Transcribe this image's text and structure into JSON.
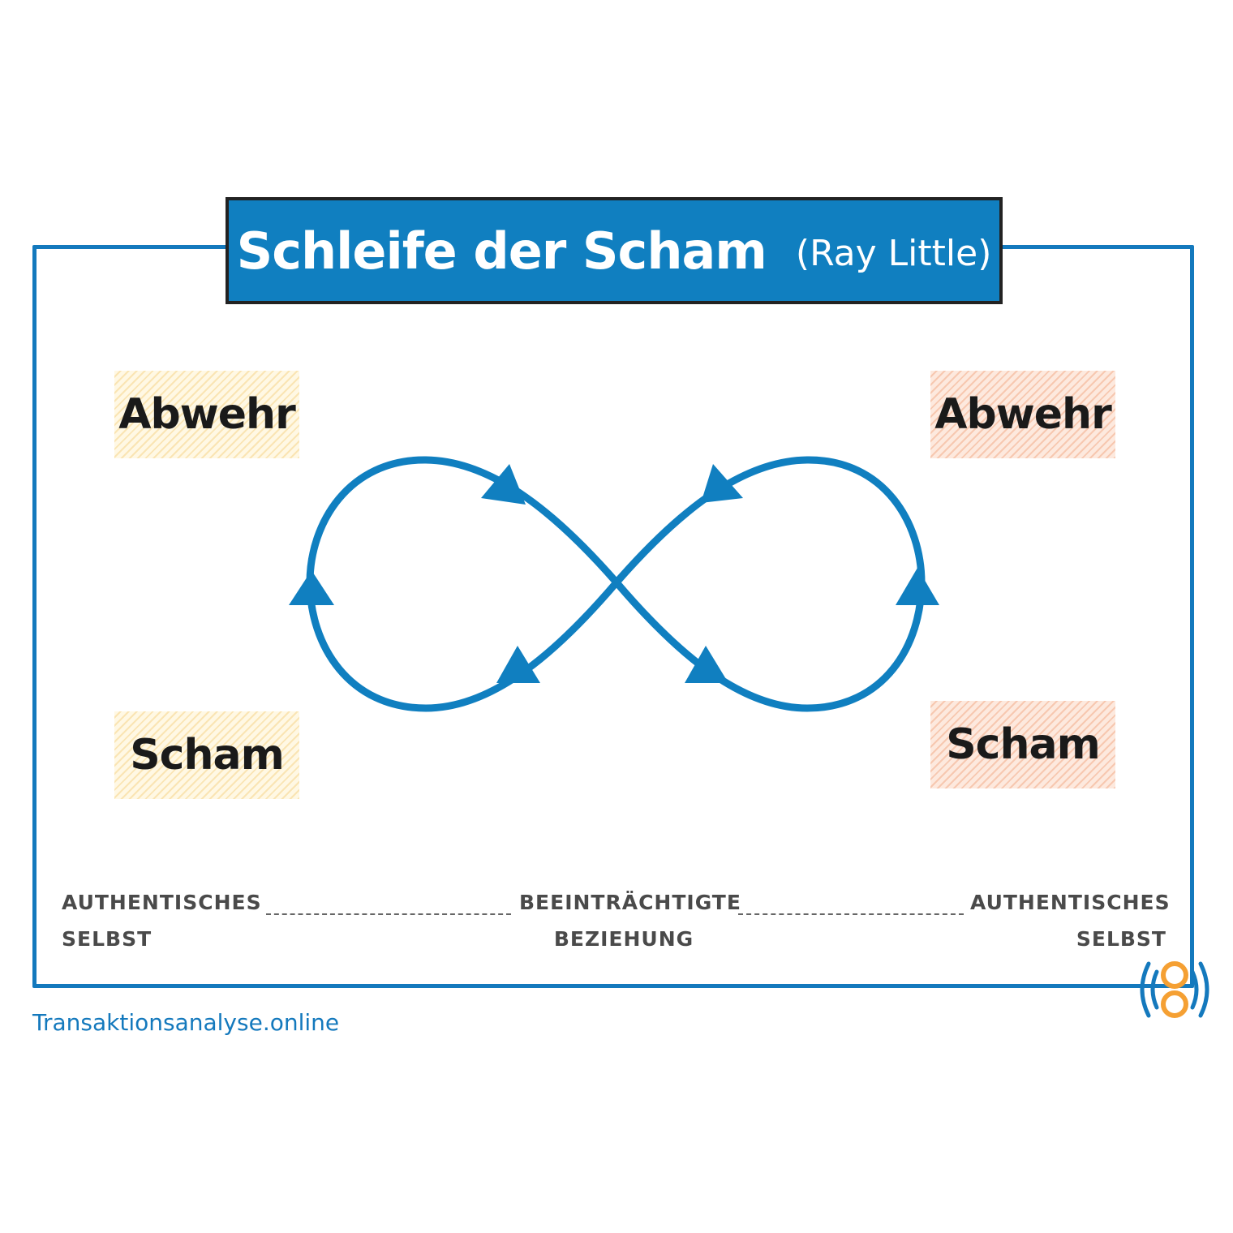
{
  "title": {
    "main": "Schleife der Scham",
    "sub": "(Ray Little)"
  },
  "labels": {
    "left_top": "Abwehr",
    "left_bottom": "Scham",
    "right_top": "Abwehr",
    "right_bottom": "Scham"
  },
  "bottom": {
    "left_line1": "AUTHENTISCHES",
    "left_line2": "SELBST",
    "center_line1": "BEEINTRÄCHTIGTE",
    "center_line2": "BEZIEHUNG",
    "right_line1": "AUTHENTISCHES",
    "right_line2": "SELBST"
  },
  "footer": {
    "url": "Transaktionsanalyse.online"
  },
  "colors": {
    "accent_blue": "#107fc0",
    "label_yellow": "#fff8e4",
    "label_orange": "#fde9de",
    "logo_orange": "#f5a033"
  },
  "icons": {
    "logo": "signal-eight-logo-icon"
  }
}
